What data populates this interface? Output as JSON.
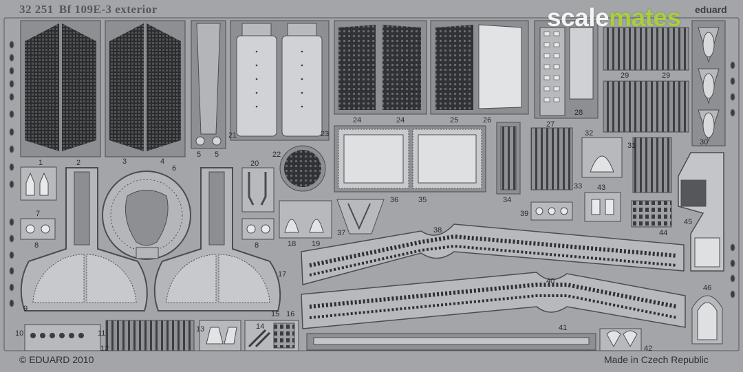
{
  "header": {
    "kit_number": "32 251",
    "kit_name": "Bf 109E-3 exterior"
  },
  "watermark": {
    "part1": "scale",
    "part2": "mates",
    "color_part1": "#f4f4f4",
    "color_part2": "#a9cf3d"
  },
  "corner_brand": "eduard",
  "footer": {
    "copyright": "© EDUARD 2010",
    "origin": "Made in Czech Republic"
  },
  "part_numbers": [
    "1",
    "2",
    "3",
    "4",
    "5",
    "5",
    "6",
    "7",
    "8",
    "8",
    "9",
    "10",
    "11",
    "12",
    "13",
    "14",
    "15",
    "16",
    "17",
    "18",
    "19",
    "20",
    "21",
    "22",
    "23",
    "24",
    "24",
    "25",
    "26",
    "27",
    "28",
    "29",
    "29",
    "30",
    "31",
    "32",
    "33",
    "34",
    "35",
    "36",
    "37",
    "38",
    "39",
    "40",
    "41",
    "42",
    "43",
    "44",
    "45",
    "46"
  ],
  "colors": {
    "fret": "#a3a5a8",
    "part_fill": "#9a9ca0",
    "outline": "#4a4c4f",
    "mesh": "#2b2c2e"
  }
}
